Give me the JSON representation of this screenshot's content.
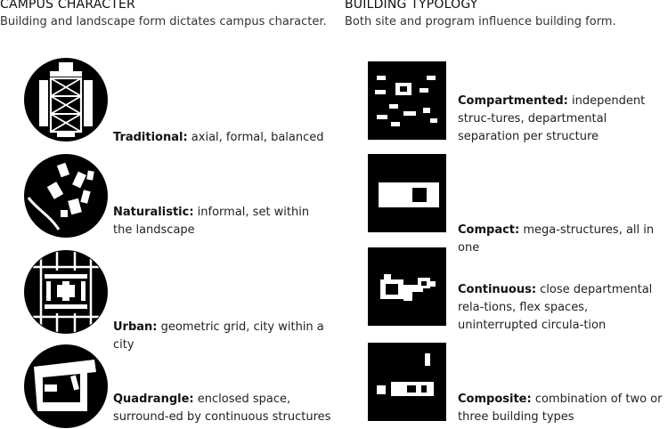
{
  "left": {
    "title": "CAMPUS CHARACTER",
    "subtitle": "Building and landscape form dictates campus character.",
    "items": [
      {
        "term": "Traditional:",
        "desc": " axial, formal, balanced"
      },
      {
        "term": "Naturalistic:",
        "desc": " informal, set within the landscape"
      },
      {
        "term": "Urban:",
        "desc": " geometric grid, city within a city"
      },
      {
        "term": "Quadrangle:",
        "desc": " enclosed space, surround-ed by continuous structures"
      }
    ]
  },
  "right": {
    "title": "BUILDING TYPOLOGY",
    "subtitle": "Both site and program influence building form.",
    "items": [
      {
        "term": "Compartmented:",
        "desc": " independent struc-tures, departmental separation per structure"
      },
      {
        "term": "Compact:",
        "desc": " mega-structures, all in one"
      },
      {
        "term": "Continuous:",
        "desc": " close departmental rela-tions, flex spaces, uninterrupted circula-tion"
      },
      {
        "term": "Composite:",
        "desc": " combination of two or three building types"
      }
    ]
  }
}
